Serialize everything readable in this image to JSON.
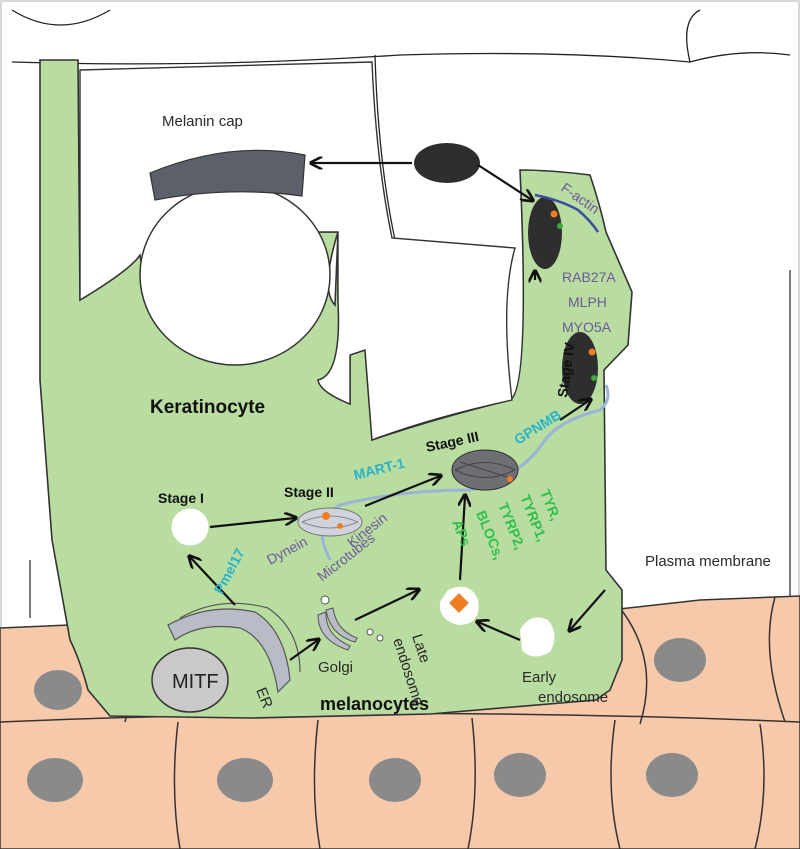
{
  "labels": {
    "melanin_cap": "Melanin cap",
    "keratinocyte": "Keratinocyte",
    "melanocytes": "melanocytes",
    "stage_1": "Stage I",
    "stage_2": "Stage II",
    "stage_3": "Stage III",
    "stage_4": "Stage IV",
    "f_actin": "F-actin",
    "rab27a": "RAB27A",
    "mlph": "MLPH",
    "myo5a": "MYO5A",
    "gpnmb": "GPNMB",
    "mart1": "MART-1",
    "kinesin": "Kinesin",
    "dynein": "Dynein",
    "microtubes": "Microtubes",
    "pmel17": "Pmel17",
    "tyr": "TYR,",
    "tyrp1": "TYRP1,",
    "tyrp2": "TYRP2,",
    "blocs": "BLOCs,",
    "aps": "APs",
    "plasma_membrane": "Plasma membrane",
    "mitf": "MITF",
    "er": "ER",
    "golgi": "Golgi",
    "late_endosome_1": "Late",
    "late_endosome_2": "endosome",
    "early_endosome_1": "Early",
    "early_endosome_2": "endosome"
  },
  "colors": {
    "melanocyte_fill": "#b9dca0",
    "keratinocyte_skin": "#f6c9ab",
    "nucleus_gray": "#8a8a8a",
    "melanosome_dark": "#2e2e2e",
    "microtubule_blue": "#9bb3d6",
    "orange_cargo": "#f07d22",
    "label_purple": "#6a5a9a",
    "label_cyan": "#2bb3c8",
    "label_green": "#2fbf4f"
  }
}
